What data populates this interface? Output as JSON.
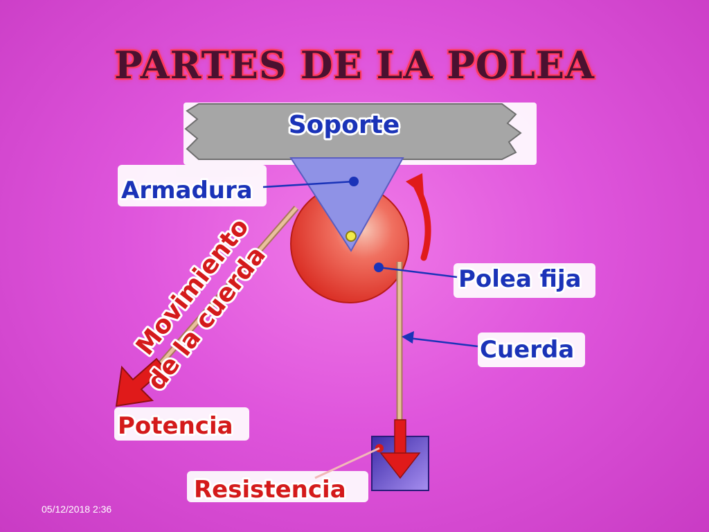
{
  "title": "PARTES DE LA POLEA",
  "labels": {
    "soporte": "Soporte",
    "armadura": "Armadura",
    "polea_fija": "Polea fija",
    "cuerda": "Cuerda",
    "movimiento_line1": "Movimiento",
    "movimiento_line2": "de la cuerda",
    "potencia": "Potencia",
    "resistencia": "Resistencia"
  },
  "footer": {
    "date": "05/12/2018 2:36"
  },
  "colors": {
    "label_blue": "#1a33b8",
    "label_red": "#d41a1a",
    "support_gray": "#a6a6a6",
    "armadura_blue": "#8f92e6",
    "pulley_red": "#e8403a",
    "rope_tan": "#d9a77e",
    "weight_purple": "#5a3ec6"
  }
}
